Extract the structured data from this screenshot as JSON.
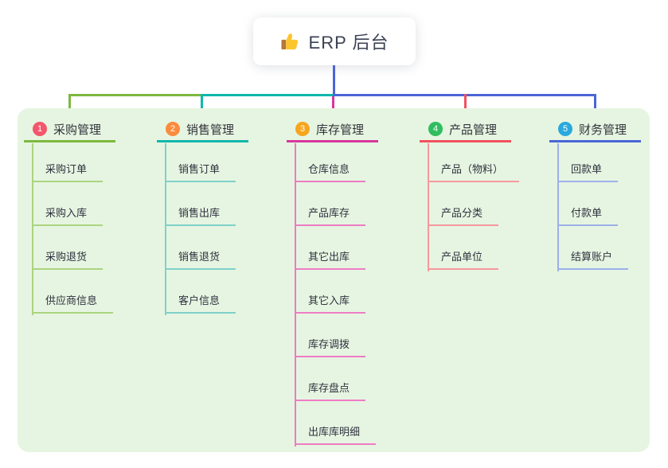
{
  "root": {
    "title": "ERP 后台",
    "icon": "thumbs-up-icon"
  },
  "branches": [
    {
      "number": "1",
      "label": "采购管理",
      "line_color": "#7db83e",
      "child_line_color": "#abd480",
      "badge_color": "#f4566c",
      "children": [
        "采购订单",
        "采购入库",
        "采购退货",
        "供应商信息"
      ]
    },
    {
      "number": "2",
      "label": "销售管理",
      "line_color": "#10b7ac",
      "child_line_color": "#7fd1ca",
      "badge_color": "#fb8b3d",
      "children": [
        "销售订单",
        "销售出库",
        "销售退货",
        "客户信息"
      ]
    },
    {
      "number": "3",
      "label": "库存管理",
      "line_color": "#d8359f",
      "child_line_color": "#ee7cc5",
      "badge_color": "#f6a51f",
      "children": [
        "仓库信息",
        "产品库存",
        "其它出库",
        "其它入库",
        "库存调拨",
        "库存盘点",
        "出库库明细"
      ]
    },
    {
      "number": "4",
      "label": "产品管理",
      "line_color": "#f0515f",
      "child_line_color": "#f8979e",
      "badge_color": "#2fbd60",
      "children": [
        "产品（物料）",
        "产品分类",
        "产品单位"
      ]
    },
    {
      "number": "5",
      "label": "财务管理",
      "line_color": "#4a65d7",
      "child_line_color": "#9cb0ea",
      "badge_color": "#2ba8dd",
      "children": [
        "回款单",
        "付款单",
        "结算账户"
      ]
    }
  ],
  "colors": {
    "page_background": "#ffffff",
    "panel_background": "#e6f5e1",
    "root_stem": "#4a65d7",
    "root_text": "#3c4254",
    "node_text": "#2f3240"
  }
}
